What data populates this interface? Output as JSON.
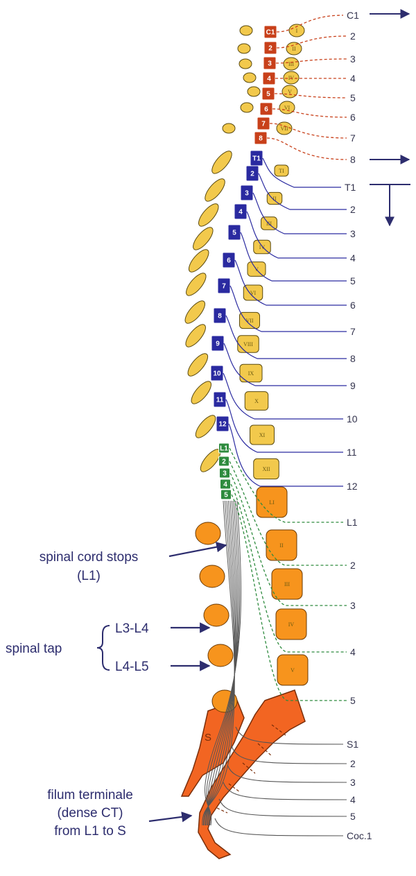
{
  "callouts": {
    "cord_stops_line1": "spinal cord stops",
    "cord_stops_line2": "(L1)",
    "spinal_tap": "spinal tap",
    "tap_upper": "L3-L4",
    "tap_lower": "L4-L5",
    "filum_line1": "filum terminale",
    "filum_line2": "(dense CT)",
    "filum_line3": "from L1 to S",
    "sacrum_letter": "S"
  },
  "nerves": {
    "cervical": [
      "C1",
      "2",
      "3",
      "4",
      "5",
      "6",
      "7",
      "8"
    ],
    "thoracic": [
      "T1",
      "2",
      "3",
      "4",
      "5",
      "6",
      "7",
      "8",
      "9",
      "10",
      "11",
      "12"
    ],
    "lumbar": [
      "L1",
      "2",
      "3",
      "4",
      "5"
    ],
    "sacral": [
      "S1",
      "2",
      "3",
      "4",
      "5",
      "Coc.1"
    ]
  },
  "segments": {
    "cervical": [
      "C1",
      "2",
      "3",
      "4",
      "5",
      "6",
      "7",
      "8"
    ],
    "thoracic": [
      "T1",
      "2",
      "3",
      "4",
      "5",
      "6",
      "7",
      "8",
      "9",
      "10",
      "11",
      "12"
    ],
    "lumbar": [
      "L1",
      "2",
      "3",
      "4",
      "5"
    ]
  },
  "vertebrae": {
    "cervical": [
      "I",
      "II",
      "III",
      "IV",
      "V",
      "VI",
      "VII"
    ],
    "thoracic": [
      "TI",
      "II",
      "III",
      "IV",
      "V",
      "VI",
      "VII",
      "VIII",
      "IX",
      "X",
      "XI",
      "XII"
    ],
    "lumbar": [
      "LI",
      "II",
      "III",
      "IV",
      "V"
    ]
  },
  "colors": {
    "cervical": "#c8401a",
    "thoracic": "#2a2aa0",
    "lumbar": "#2e8b3e",
    "sacral": "#888888",
    "vertebra_yellow": "#f2c94c",
    "vertebra_orange": "#f7941d",
    "sacrum": "#f26522",
    "arrow": "#2d2d6e"
  }
}
